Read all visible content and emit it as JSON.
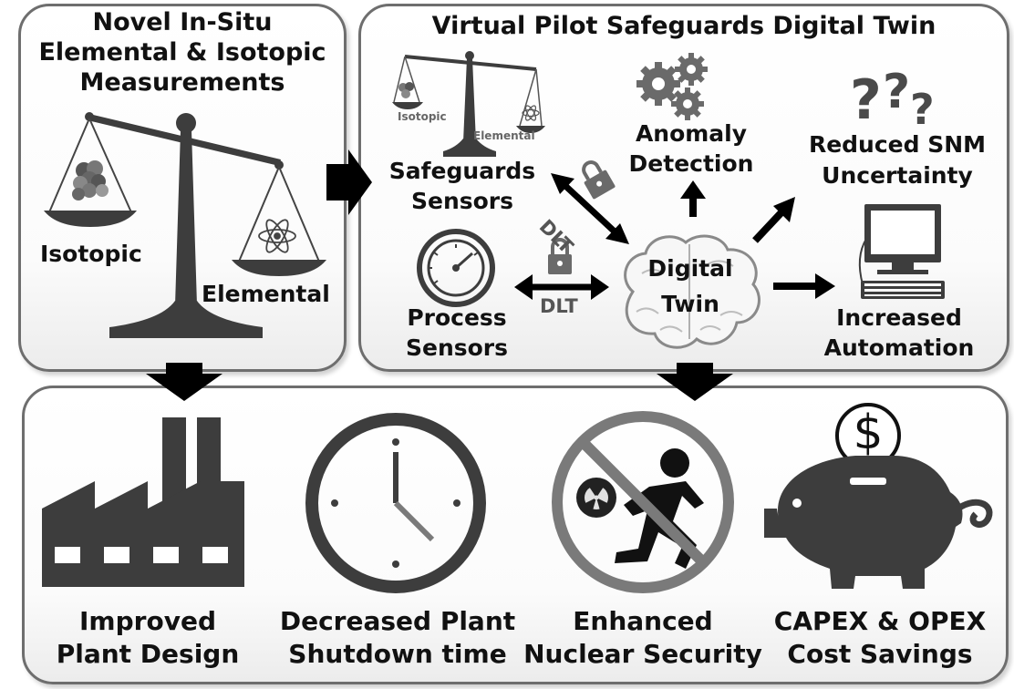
{
  "left_panel": {
    "title": [
      "Novel In-Situ",
      "Elemental & Isotopic",
      "Measurements"
    ],
    "isotopic_label": "Isotopic",
    "elemental_label": "Elemental"
  },
  "right_panel": {
    "title": "Virtual Pilot Safeguards Digital Twin",
    "small_scale": {
      "isotopic": "Isotopic",
      "elemental": "Elemental"
    },
    "safeguards_sensors": [
      "Safeguards",
      "Sensors"
    ],
    "process_sensors": [
      "Process",
      "Sensors"
    ],
    "dlt_label_upper": "DLT",
    "dlt_label_lower": "DLT",
    "digital_twin": [
      "Digital",
      "Twin"
    ],
    "anomaly_detection": [
      "Anomaly",
      "Detection"
    ],
    "reduced_snm": [
      "Reduced SNM",
      "Uncertainty"
    ],
    "increased_automation": [
      "Increased",
      "Automation"
    ]
  },
  "bottom_panel": {
    "benefits": [
      {
        "line1": "Improved",
        "line2": "Plant Design",
        "icon": "factory-icon"
      },
      {
        "line1": "Decreased Plant",
        "line2": "Shutdown time",
        "icon": "clock-icon"
      },
      {
        "line1": "Enhanced",
        "line2": "Nuclear Security",
        "icon": "no-theft-icon"
      },
      {
        "line1": "CAPEX & OPEX",
        "line2": "Cost Savings",
        "icon": "piggy-bank-icon"
      }
    ],
    "dollar_sign": "$"
  },
  "colors": {
    "panel_border": "#6e6e6e",
    "icon_dark": "#3d3d3d",
    "icon_mid": "#7a7a7a",
    "arrow": "#000000"
  }
}
